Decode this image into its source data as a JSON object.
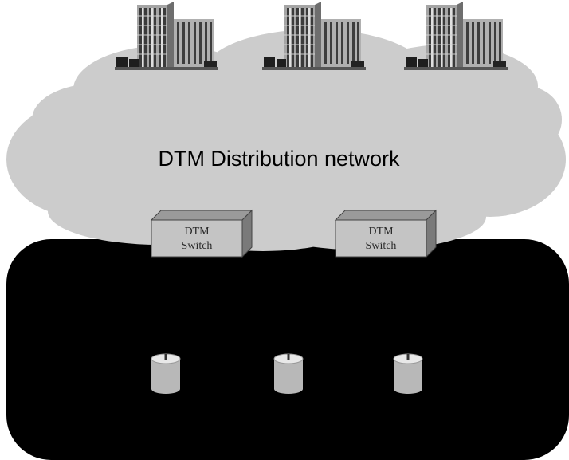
{
  "diagram": {
    "title": "DTM Distribution network",
    "switch_label_line1": "DTM",
    "switch_label_line2": "Switch",
    "servers": [
      {
        "icon": "server-building-icon"
      },
      {
        "icon": "server-building-icon"
      },
      {
        "icon": "server-building-icon"
      }
    ],
    "switches": [
      {
        "icon": "dtm-switch-box"
      },
      {
        "icon": "dtm-switch-box"
      }
    ],
    "storage_nodes": [
      {
        "icon": "cylinder-storage-icon"
      },
      {
        "icon": "cylinder-storage-icon"
      },
      {
        "icon": "cylinder-storage-icon"
      }
    ],
    "colors": {
      "cloud": "#cccccc",
      "access_network": "#000000",
      "switch_front": "#c4c4c4",
      "switch_top": "#9a9a9a",
      "switch_side": "#7a7a7a",
      "cylinder": "#b8b8b8",
      "building": "#9e9e9e"
    }
  }
}
